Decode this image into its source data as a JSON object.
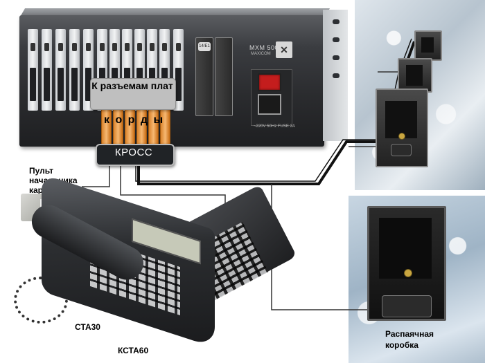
{
  "labels": {
    "plates": "К разъемам плат",
    "cords": "к о р д ы",
    "cross": "КРОСС",
    "chief_console": "Пульт начальника караула",
    "cta30": "СТА30",
    "kcta60": "КСТА60",
    "junction_box": "Распаячная коробка"
  },
  "device": {
    "model": "MXM 500",
    "brand": "MAXICOM",
    "power_rating": "~220V 50Hz FUSE 2A",
    "module_label": "14/E1"
  },
  "colors": {
    "cord_orange": "#f0a050",
    "cross_box": "#202326",
    "alert_arrow": "#e01010",
    "power_switch": "#c41d1d"
  }
}
